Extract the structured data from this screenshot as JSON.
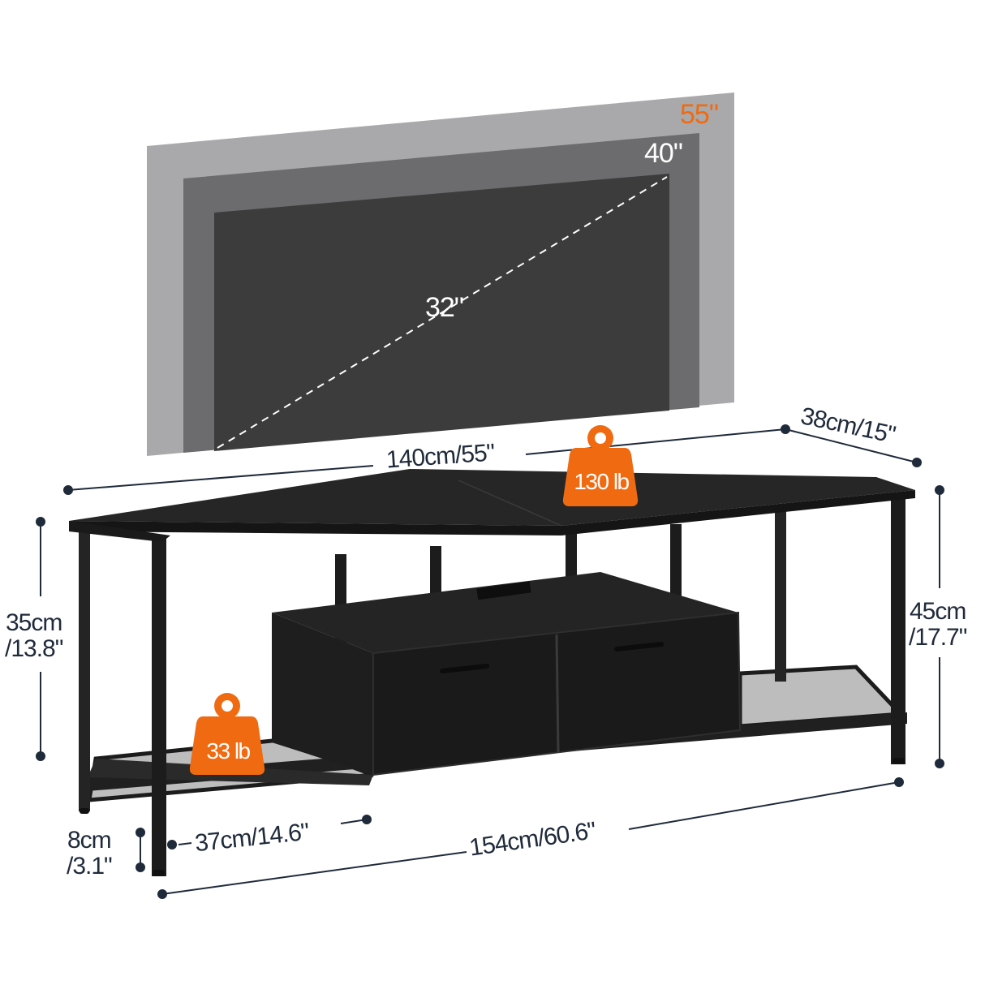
{
  "colors": {
    "dim_line": "#1f2a3a",
    "accent_orange": "#f06a12",
    "tv_55": "#a9a9ac",
    "tv_40": "#6c6c6e",
    "tv_32": "#3c3c3d",
    "furniture_black": "#1c1c1d",
    "mesh_grey": "#b9b9ba"
  },
  "tv_sizes": {
    "large": "55\"",
    "medium": "40\"",
    "small": "32\""
  },
  "dimensions": {
    "top_width": "140cm/55\"",
    "depth": "38cm/15\"",
    "shelf_height_cm": "35cm",
    "shelf_height_in": "/13.8\"",
    "total_height_cm": "45cm",
    "total_height_in": "/17.7\"",
    "leg_height_cm": "8cm",
    "leg_height_in": "/3.1\"",
    "side_shelf_width": "37cm/14.6\"",
    "total_width": "154cm/60.6\""
  },
  "load_capacity": {
    "top": "130 lb",
    "bottom_shelf": "33 lb"
  }
}
